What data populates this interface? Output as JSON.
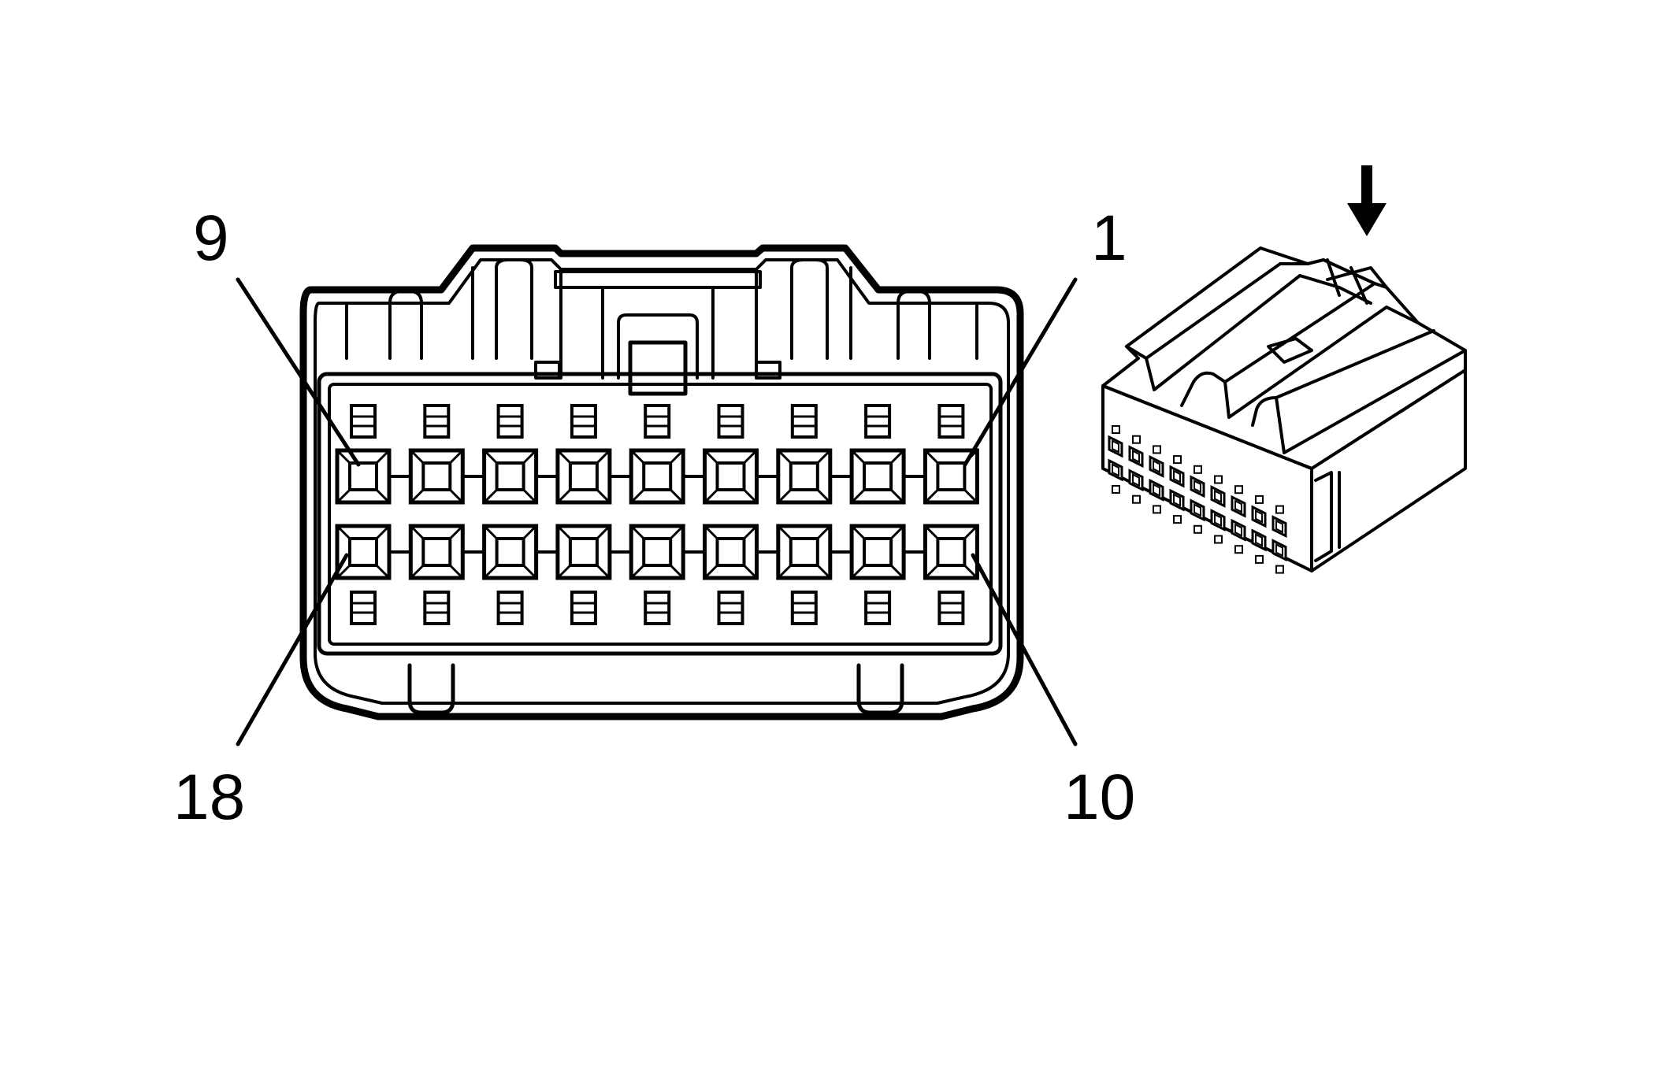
{
  "pin_labels": {
    "top_left": "9",
    "top_right": "1",
    "bottom_left": "18",
    "bottom_right": "10"
  },
  "pin_rows": {
    "top": {
      "first_pin": 9,
      "last_pin": 1,
      "count": 9
    },
    "bottom": {
      "first_pin": 18,
      "last_pin": 10,
      "count": 9
    }
  },
  "icons": {
    "orientation_arrow": "arrow-down-icon"
  },
  "colors": {
    "line": "#000000",
    "background": "#ffffff"
  }
}
